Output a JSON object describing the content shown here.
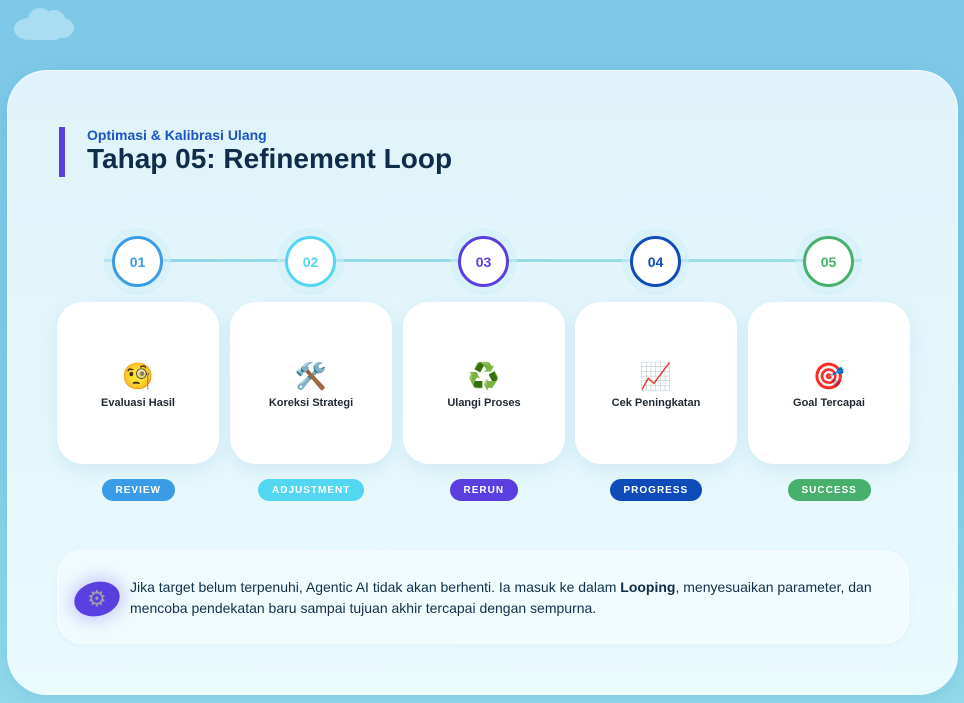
{
  "header": {
    "subtitle": "Optimasi & Kalibrasi Ulang",
    "title": "Tahap 05: Refinement Loop",
    "accent_color": "#5b3ee0"
  },
  "steps": [
    {
      "number": "01",
      "icon": "🧐",
      "icon_name": "face-with-monocle-icon",
      "label": "Evaluasi Hasil",
      "badge": "REVIEW",
      "color": "#3a9be6"
    },
    {
      "number": "02",
      "icon": "🛠️",
      "icon_name": "hammer-and-wrench-icon",
      "label": "Koreksi Strategi",
      "badge": "ADJUSTMENT",
      "color": "#52d6f2"
    },
    {
      "number": "03",
      "icon": "♻️",
      "icon_name": "recycle-icon",
      "label": "Ulangi Proses",
      "badge": "RERUN",
      "color": "#5b3ee0"
    },
    {
      "number": "04",
      "icon": "📈",
      "icon_name": "chart-increasing-icon",
      "label": "Cek Peningkatan",
      "badge": "PROGRESS",
      "color": "#0f4cba"
    },
    {
      "number": "05",
      "icon": "🎯",
      "icon_name": "target-icon",
      "label": "Goal Tercapai",
      "badge": "SUCCESS",
      "color": "#46b06c"
    }
  ],
  "note": {
    "icon": "⚙",
    "text_before": "Jika target belum terpenuhi, Agentic AI tidak akan berhenti. Ia masuk ke dalam ",
    "text_bold": "Looping",
    "text_after": ", menyesuaikan parameter, dan mencoba pendekatan baru sampai tujuan akhir tercapai dengan sempurna."
  }
}
